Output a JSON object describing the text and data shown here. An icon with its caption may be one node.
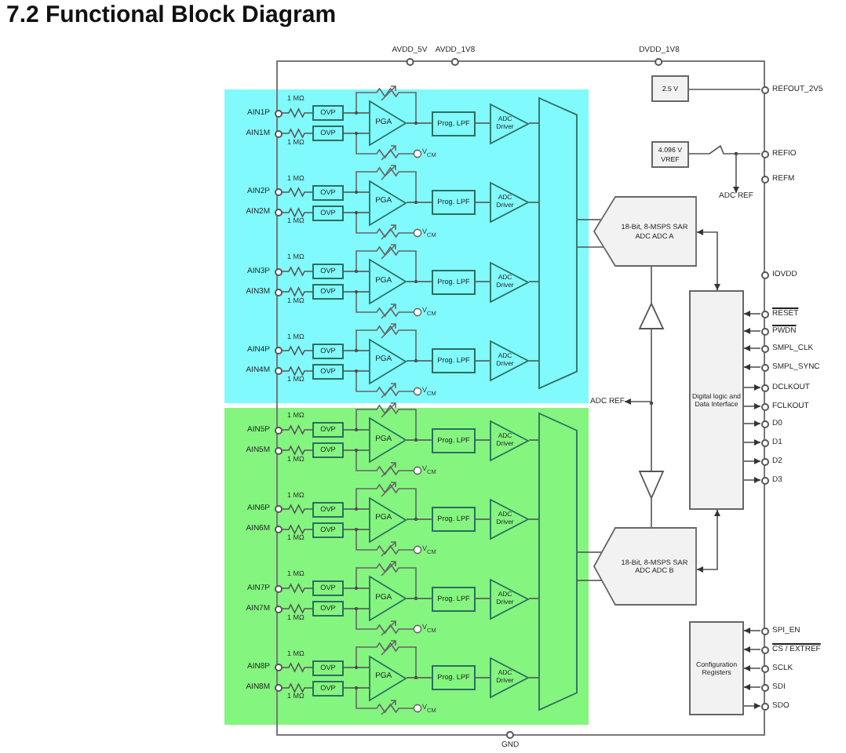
{
  "diagram": {
    "title": "7.2 Functional Block Diagram",
    "nodes": [
      {
        "text": [],
        "shape": "box"
      },
      {
        "text": [],
        "shape": "box"
      },
      {
        "text": [
          "AIN1P"
        ],
        "in": 0
      },
      {
        "text": [
          "AIN1M"
        ],
        "in": 0
      },
      {
        "text": [
          "OVP"
        ],
        "in": 0
      },
      {
        "text": [
          "OVP"
        ],
        "in": 0
      },
      {
        "text": [
          "PGA"
        ],
        "in": 0
      },
      {
        "text": [
          "Prog. LPF"
        ],
        "in": 0
      },
      {
        "text": [
          "ADC Driver"
        ],
        "in": 0
      },
      {
        "text": [
          "AIN2P"
        ],
        "in": 0
      },
      {
        "text": [
          "AIN2M"
        ],
        "in": 0
      },
      {
        "text": [
          "OVP"
        ],
        "in": 0
      },
      {
        "text": [
          "OVP"
        ],
        "in": 0
      },
      {
        "text": [
          "PGA"
        ],
        "in": 0
      },
      {
        "text": [
          "Prog. LPF"
        ],
        "in": 0
      },
      {
        "text": [
          "ADC Driver"
        ],
        "in": 0
      },
      {
        "text": [
          "AIN3P"
        ],
        "in": 0
      },
      {
        "text": [
          "AIN3M"
        ],
        "in": 0
      },
      {
        "text": [
          "OVP"
        ],
        "in": 0
      },
      {
        "text": [
          "OVP"
        ],
        "in": 0
      },
      {
        "text": [
          "PGA"
        ],
        "in": 0
      },
      {
        "text": [
          "Prog. LPF"
        ],
        "in": 0
      },
      {
        "text": [
          "ADC Driver"
        ],
        "in": 0
      },
      {
        "text": [
          "AIN4P"
        ],
        "in": 0
      },
      {
        "text": [
          "AIN4M"
        ],
        "in": 0
      },
      {
        "text": [
          "OVP"
        ],
        "in": 0
      },
      {
        "text": [
          "OVP"
        ],
        "in": 0
      },
      {
        "text": [
          "PGA"
        ],
        "in": 0
      },
      {
        "text": [
          "Prog. LPF"
        ],
        "in": 0
      },
      {
        "text": [
          "ADC Driver"
        ],
        "in": 0
      },
      {
        "text": [
          "AIN5P"
        ],
        "in": 1
      },
      {
        "text": [
          "AIN5M"
        ],
        "in": 1
      },
      {
        "text": [
          "OVP"
        ],
        "in": 1
      },
      {
        "text": [
          "OVP"
        ],
        "in": 1
      },
      {
        "text": [
          "PGA"
        ],
        "in": 1
      },
      {
        "text": [
          "Prog. LPF"
        ],
        "in": 1
      },
      {
        "text": [
          "ADC Driver"
        ],
        "in": 1
      },
      {
        "text": [
          "AIN6P"
        ],
        "in": 1
      },
      {
        "text": [
          "AIN6M"
        ],
        "in": 1
      },
      {
        "text": [
          "OVP"
        ],
        "in": 1
      },
      {
        "text": [
          "OVP"
        ],
        "in": 1
      },
      {
        "text": [
          "PGA"
        ],
        "in": 1
      },
      {
        "text": [
          "Prog. LPF"
        ],
        "in": 1
      },
      {
        "text": [
          "ADC Driver"
        ],
        "in": 1
      },
      {
        "text": [
          "AIN7P"
        ],
        "in": 1
      },
      {
        "text": [
          "AIN7M"
        ],
        "in": 1
      },
      {
        "text": [
          "OVP"
        ],
        "in": 1
      },
      {
        "text": [
          "OVP"
        ],
        "in": 1
      },
      {
        "text": [
          "PGA"
        ],
        "in": 1
      },
      {
        "text": [
          "Prog. LPF"
        ],
        "in": 1
      },
      {
        "text": [
          "ADC Driver"
        ],
        "in": 1
      },
      {
        "text": [
          "AIN8P"
        ],
        "in": 1
      },
      {
        "text": [
          "AIN8M"
        ],
        "in": 1
      },
      {
        "text": [
          "OVP"
        ],
        "in": 1
      },
      {
        "text": [
          "OVP"
        ],
        "in": 1
      },
      {
        "text": [
          "PGA"
        ],
        "in": 1
      },
      {
        "text": [
          "Prog. LPF"
        ],
        "in": 1
      },
      {
        "text": [
          "ADC Driver"
        ],
        "in": 1
      },
      {
        "text": [],
        "shape": "trapezoid",
        "in": 0
      },
      {
        "text": [],
        "shape": "trapezoid",
        "in": 1
      },
      {
        "text": [
          "18-Bit, 8-MSPS SAR ADC ADC A"
        ]
      },
      {
        "text": [
          "18-Bit, 8-MSPS SAR ADC ADC B"
        ]
      },
      {
        "text": [],
        "shape": "triangle"
      },
      {
        "text": [],
        "shape": "triangle"
      },
      {
        "text": [
          "ADC REF"
        ]
      },
      {
        "text": [
          "Digital logic and Data Interface"
        ]
      },
      {
        "text": [
          "Configuration Registers"
        ]
      },
      {
        "text": [
          "2.5 V"
        ]
      },
      {
        "text": [
          "4.096 V VREF"
        ]
      },
      {
        "text": [
          "ADC REF"
        ]
      },
      {
        "text": [
          "AVDD_5V"
        ]
      },
      {
        "text": [
          "AVDD_1V8"
        ]
      },
      {
        "text": [
          "DVDD_1V8"
        ]
      },
      {
        "text": [
          "REFOUT_2V5"
        ]
      },
      {
        "text": [
          "REFIO"
        ]
      },
      {
        "text": [
          "REFM"
        ]
      },
      {
        "text": [
          "IOVDD"
        ]
      },
      {
        "text": [
          "RESET"
        ]
      },
      {
        "text": [
          "PWDN"
        ]
      },
      {
        "text": [
          "SMPL_CLK"
        ]
      },
      {
        "text": [
          "SMPL_SYNC"
        ]
      },
      {
        "text": [
          "DCLKOUT"
        ]
      },
      {
        "text": [
          "FCLKOUT"
        ]
      },
      {
        "text": [
          "D0"
        ]
      },
      {
        "text": [
          "D1"
        ]
      },
      {
        "text": [
          "D2"
        ]
      },
      {
        "text": [
          "D3"
        ]
      },
      {
        "text": [
          "SPI_EN"
        ]
      },
      {
        "text": [
          "CS / EXTREF"
        ]
      },
      {
        "text": [
          "SCLK"
        ]
      },
      {
        "text": [
          "SDI"
        ]
      },
      {
        "text": [
          "SDO"
        ]
      },
      {
        "text": [
          "GND"
        ]
      }
    ],
    "edges": [
      {
        "from": 2,
        "to": 4,
        "arrow": "none"
      },
      {
        "from": 3,
        "to": 5,
        "arrow": "none"
      },
      {
        "from": 4,
        "to": 6,
        "arrow": "none"
      },
      {
        "from": 5,
        "to": 6,
        "arrow": "none"
      },
      {
        "from": 6,
        "to": 7,
        "arrow": "none"
      },
      {
        "from": 7,
        "to": 8,
        "arrow": "none"
      },
      {
        "from": 8,
        "to": 58,
        "arrow": "none"
      },
      {
        "from": 9,
        "to": 11,
        "arrow": "none"
      },
      {
        "from": 10,
        "to": 12,
        "arrow": "none"
      },
      {
        "from": 11,
        "to": 13,
        "arrow": "none"
      },
      {
        "from": 12,
        "to": 13,
        "arrow": "none"
      },
      {
        "from": 13,
        "to": 14,
        "arrow": "none"
      },
      {
        "from": 14,
        "to": 15,
        "arrow": "none"
      },
      {
        "from": 15,
        "to": 58,
        "arrow": "none"
      },
      {
        "from": 16,
        "to": 18,
        "arrow": "none"
      },
      {
        "from": 17,
        "to": 19,
        "arrow": "none"
      },
      {
        "from": 18,
        "to": 20,
        "arrow": "none"
      },
      {
        "from": 19,
        "to": 20,
        "arrow": "none"
      },
      {
        "from": 20,
        "to": 21,
        "arrow": "none"
      },
      {
        "from": 21,
        "to": 22,
        "arrow": "none"
      },
      {
        "from": 22,
        "to": 58,
        "arrow": "none"
      },
      {
        "from": 23,
        "to": 25,
        "arrow": "none"
      },
      {
        "from": 24,
        "to": 26,
        "arrow": "none"
      },
      {
        "from": 25,
        "to": 27,
        "arrow": "none"
      },
      {
        "from": 26,
        "to": 27,
        "arrow": "none"
      },
      {
        "from": 27,
        "to": 28,
        "arrow": "none"
      },
      {
        "from": 28,
        "to": 29,
        "arrow": "none"
      },
      {
        "from": 29,
        "to": 58,
        "arrow": "none"
      },
      {
        "from": 30,
        "to": 32,
        "arrow": "none"
      },
      {
        "from": 31,
        "to": 33,
        "arrow": "none"
      },
      {
        "from": 32,
        "to": 34,
        "arrow": "none"
      },
      {
        "from": 33,
        "to": 34,
        "arrow": "none"
      },
      {
        "from": 34,
        "to": 35,
        "arrow": "none"
      },
      {
        "from": 35,
        "to": 36,
        "arrow": "none"
      },
      {
        "from": 36,
        "to": 59,
        "arrow": "none"
      },
      {
        "from": 37,
        "to": 39,
        "arrow": "none"
      },
      {
        "from": 38,
        "to": 40,
        "arrow": "none"
      },
      {
        "from": 39,
        "to": 41,
        "arrow": "none"
      },
      {
        "from": 40,
        "to": 41,
        "arrow": "none"
      },
      {
        "from": 41,
        "to": 42,
        "arrow": "none"
      },
      {
        "from": 42,
        "to": 43,
        "arrow": "none"
      },
      {
        "from": 43,
        "to": 59,
        "arrow": "none"
      },
      {
        "from": 44,
        "to": 46,
        "arrow": "none"
      },
      {
        "from": 45,
        "to": 47,
        "arrow": "none"
      },
      {
        "from": 46,
        "to": 48,
        "arrow": "none"
      },
      {
        "from": 47,
        "to": 48,
        "arrow": "none"
      },
      {
        "from": 48,
        "to": 49,
        "arrow": "none"
      },
      {
        "from": 49,
        "to": 50,
        "arrow": "none"
      },
      {
        "from": 50,
        "to": 59,
        "arrow": "none"
      },
      {
        "from": 51,
        "to": 53,
        "arrow": "none"
      },
      {
        "from": 52,
        "to": 54,
        "arrow": "none"
      },
      {
        "from": 53,
        "to": 55,
        "arrow": "none"
      },
      {
        "from": 54,
        "to": 55,
        "arrow": "none"
      },
      {
        "from": 55,
        "to": 56,
        "arrow": "none"
      },
      {
        "from": 56,
        "to": 57,
        "arrow": "none"
      },
      {
        "from": 57,
        "to": 59,
        "arrow": "none"
      },
      {
        "from": 58,
        "to": 60,
        "arrow": "none"
      },
      {
        "from": 58,
        "to": 60,
        "arrow": "none"
      },
      {
        "from": 59,
        "to": 61,
        "arrow": "none"
      },
      {
        "from": 59,
        "to": 61,
        "arrow": "none"
      },
      {
        "from": 60,
        "to": 62,
        "arrow": "none"
      },
      {
        "from": 62,
        "to": 63,
        "arrow": "none"
      },
      {
        "from": 63,
        "to": 61,
        "arrow": "none"
      },
      {
        "from": null,
        "to": 64,
        "arrow": "to"
      },
      {
        "from": 65,
        "to": 60,
        "arrow": "both"
      },
      {
        "from": 65,
        "to": 61,
        "arrow": "both"
      },
      {
        "from": 67,
        "to": 73,
        "arrow": "none"
      },
      {
        "from": 68,
        "to": 74,
        "arrow": "none"
      },
      {
        "from": null,
        "to": 69,
        "arrow": "to"
      },
      {
        "from": 77,
        "to": 65,
        "arrow": "to"
      },
      {
        "from": 78,
        "to": 65,
        "arrow": "to"
      },
      {
        "from": 79,
        "to": 65,
        "arrow": "to"
      },
      {
        "from": 80,
        "to": 65,
        "arrow": "to"
      },
      {
        "from": 65,
        "to": 81,
        "arrow": "to"
      },
      {
        "from": 65,
        "to": 82,
        "arrow": "to"
      },
      {
        "from": 65,
        "to": 83,
        "arrow": "to"
      },
      {
        "from": 65,
        "to": 84,
        "arrow": "to"
      },
      {
        "from": 65,
        "to": 85,
        "arrow": "to"
      },
      {
        "from": 65,
        "to": 86,
        "arrow": "to"
      },
      {
        "from": 87,
        "to": 66,
        "arrow": "to"
      },
      {
        "from": 88,
        "to": 66,
        "arrow": "to"
      },
      {
        "from": 89,
        "to": 66,
        "arrow": "to"
      },
      {
        "from": 90,
        "to": 66,
        "arrow": "to"
      },
      {
        "from": 66,
        "to": 91,
        "arrow": "to"
      }
    ],
    "labels": [
      "1 MΩ",
      "1 MΩ",
      "V$_{CM}$",
      "1 MΩ",
      "1 MΩ",
      "V$_{CM}$",
      "1 MΩ",
      "1 MΩ",
      "V$_{CM}$",
      "1 MΩ",
      "1 MΩ",
      "V$_{CM}$",
      "1 MΩ",
      "1 MΩ",
      "V$_{CM}$",
      "1 MΩ",
      "1 MΩ",
      "V$_{CM}$",
      "1 MΩ",
      "1 MΩ",
      "V$_{CM}$",
      "1 MΩ",
      "1 MΩ",
      "V$_{CM}$"
    ]
  }
}
